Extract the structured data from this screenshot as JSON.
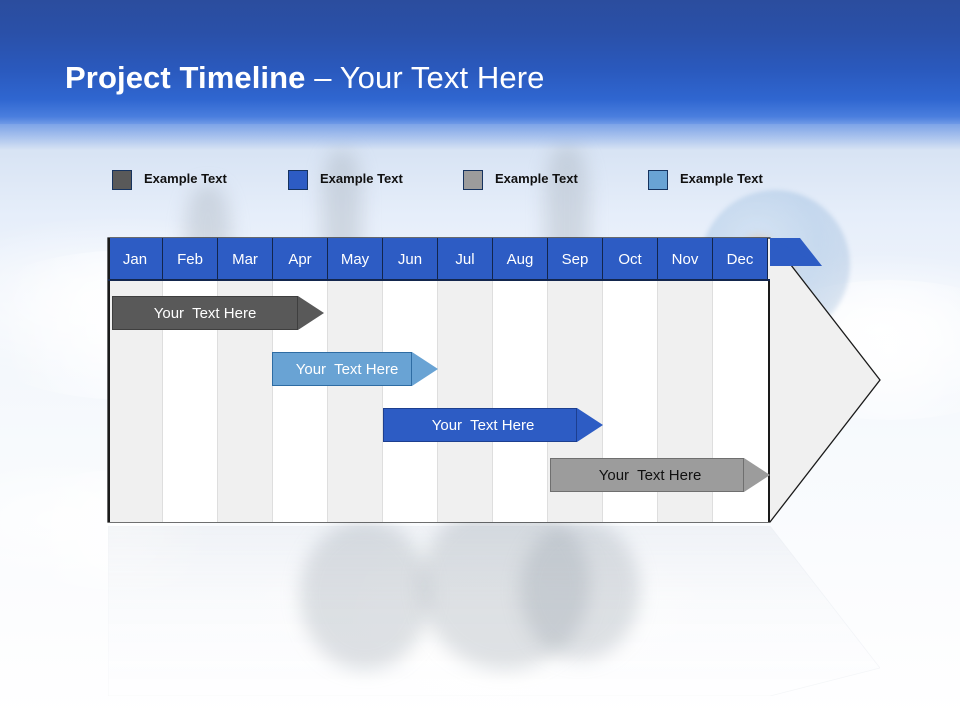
{
  "slide": {
    "title_bold": "Project Timeline",
    "title_sep": " – ",
    "title_rest": "Your Text Here",
    "background": "sky-clouds-photo"
  },
  "colors": {
    "band_top": "#2b4d9e",
    "band_bottom": "#6e99e6",
    "header_blue": "#2d5cc4",
    "dark_gray": "#595959",
    "blue": "#2d5cc4",
    "gray": "#9c9c9c",
    "light_blue": "#5b9bd5",
    "grid_shade": "#f0f0f0",
    "grid_plain": "#ffffff",
    "outline": "#13264d",
    "body_fill": "#f0f0f0"
  },
  "legend": {
    "items": [
      {
        "label": "Example Text",
        "color": "#595959",
        "x": 112
      },
      {
        "label": "Example Text",
        "color": "#2d5cc4",
        "x": 288
      },
      {
        "label": "Example Text",
        "color": "#9c9c9c",
        "x": 463
      },
      {
        "label": "Example Text",
        "color": "#69a3d4",
        "x": 648
      }
    ]
  },
  "chart_data": {
    "type": "bar",
    "title": "Project Timeline – Your Text Here",
    "orientation": "horizontal",
    "xlabel": "",
    "ylabel": "",
    "grid": true,
    "legend_position": "top",
    "categories": [
      "Jan",
      "Feb",
      "Mar",
      "Apr",
      "May",
      "Jun",
      "Jul",
      "Aug",
      "Sep",
      "Oct",
      "Nov",
      "Dec"
    ],
    "series": [
      {
        "name": "Your  Text Here",
        "color": "#595959",
        "text_color": "#ffffff",
        "start_month": "Jan",
        "end_month": "Apr",
        "start": 0,
        "end": 3.9,
        "row": 0
      },
      {
        "name": "Your  Text Here",
        "color": "#69a3d4",
        "text_color": "#ffffff",
        "start_month": "Apr",
        "end_month": "Jul",
        "start": 2.98,
        "end": 5.98,
        "row": 1
      },
      {
        "name": "Your  Text Here",
        "color": "#2d5cc4",
        "text_color": "#ffffff",
        "start_month": "Jun",
        "end_month": "Oct",
        "start": 5.0,
        "end": 9.0,
        "row": 2
      },
      {
        "name": "Your  Text Here",
        "color": "#9c9c9c",
        "text_color": "#111111",
        "start_month": "Sep",
        "end_month": "Dec",
        "start": 8.03,
        "end": 12.0,
        "row": 3
      }
    ]
  },
  "grid_columns": [
    {
      "label": "Jan",
      "shade": true
    },
    {
      "label": "Feb",
      "shade": false
    },
    {
      "label": "Mar",
      "shade": true
    },
    {
      "label": "Apr",
      "shade": false
    },
    {
      "label": "May",
      "shade": true
    },
    {
      "label": "Jun",
      "shade": false
    },
    {
      "label": "Jul",
      "shade": true
    },
    {
      "label": "Aug",
      "shade": false
    },
    {
      "label": "Sep",
      "shade": true
    },
    {
      "label": "Oct",
      "shade": false
    },
    {
      "label": "Nov",
      "shade": true
    },
    {
      "label": "Dec",
      "shade": false
    }
  ],
  "bars": [
    {
      "label": "Your  Text Here",
      "color": "#595959",
      "text_color": "#ffffff",
      "left": 4,
      "width": 186,
      "tip": 26,
      "top": 58
    },
    {
      "label": "Your  Text Here",
      "color": "#69a3d4",
      "text_color": "#ffffff",
      "left": 164,
      "width": 140,
      "tip": 26,
      "top": 114
    },
    {
      "label": "Your  Text Here",
      "color": "#2d5cc4",
      "text_color": "#ffffff",
      "left": 275,
      "width": 194,
      "tip": 26,
      "top": 170
    },
    {
      "label": "Your  Text Here",
      "color": "#9c9c9c",
      "text_color": "#111111",
      "left": 442,
      "width": 194,
      "tip": 26,
      "top": 220
    }
  ]
}
